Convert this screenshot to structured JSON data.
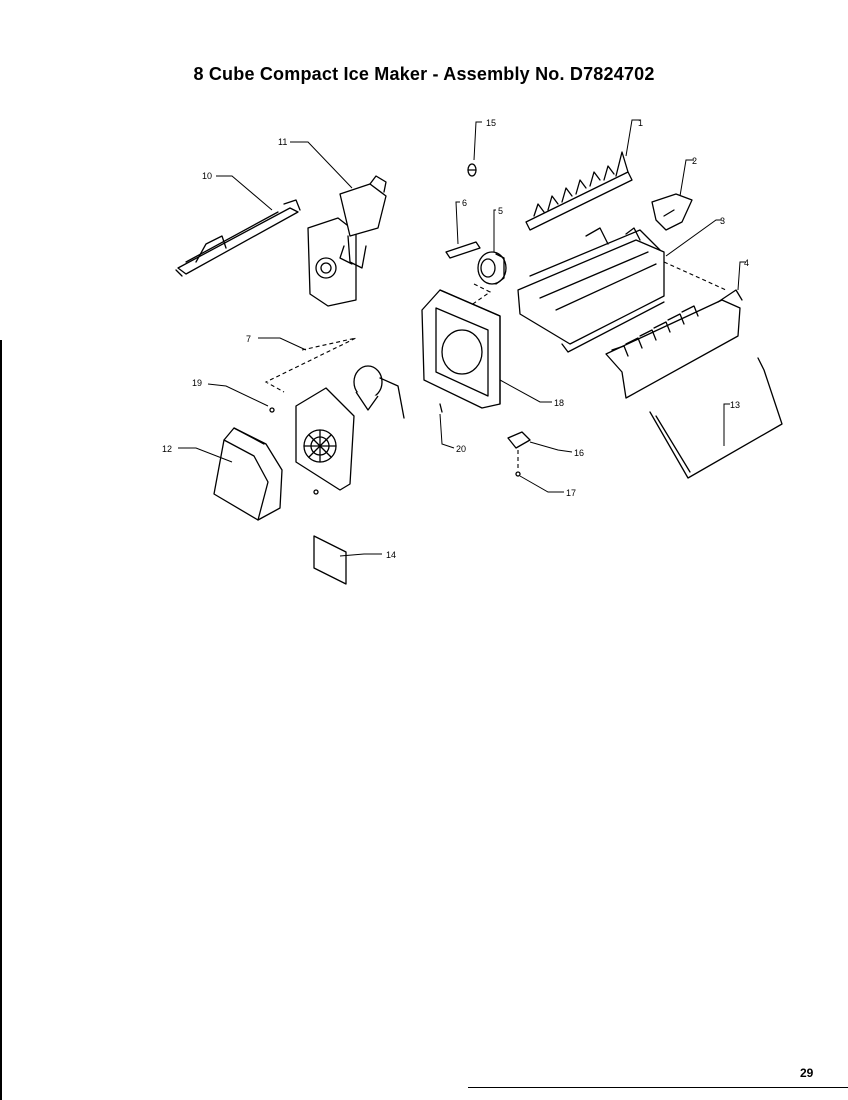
{
  "title": "8 Cube Compact Ice Maker - Assembly No. D7824702",
  "page_number": "29",
  "callouts": {
    "c1": "1",
    "c2": "2",
    "c3": "3",
    "c4": "4",
    "c5": "5",
    "c6": "6",
    "c7": "7",
    "c10": "10",
    "c11": "11",
    "c12": "12",
    "c13": "13",
    "c14": "14",
    "c15": "15",
    "c16": "16",
    "c17": "17",
    "c18": "18",
    "c19": "19",
    "c20": "20"
  }
}
